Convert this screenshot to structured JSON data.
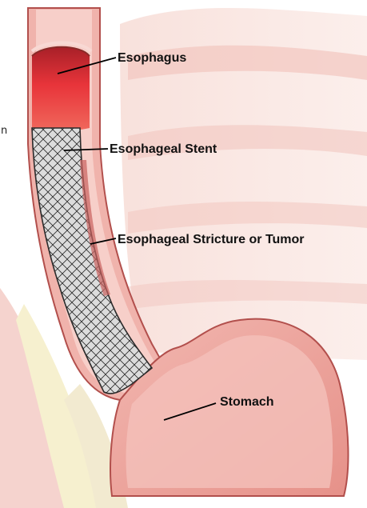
{
  "labels": {
    "esophagus": "Esophagus",
    "stent": "Esophageal Stent",
    "stricture": "Esophageal Stricture or Tumor",
    "stomach": "Stomach"
  },
  "edge_fragment": "n",
  "colors": {
    "tissue_light": "#f3c3bd",
    "tissue_mid": "#e89a94",
    "tissue_dark": "#c9615e",
    "lumen_red": "#e8343a",
    "stent_fill": "#d9d9d9",
    "stent_mesh": "#2a2a2a",
    "background_pink": "#f7dcd6",
    "pale_yellow": "#f6f0cf"
  }
}
